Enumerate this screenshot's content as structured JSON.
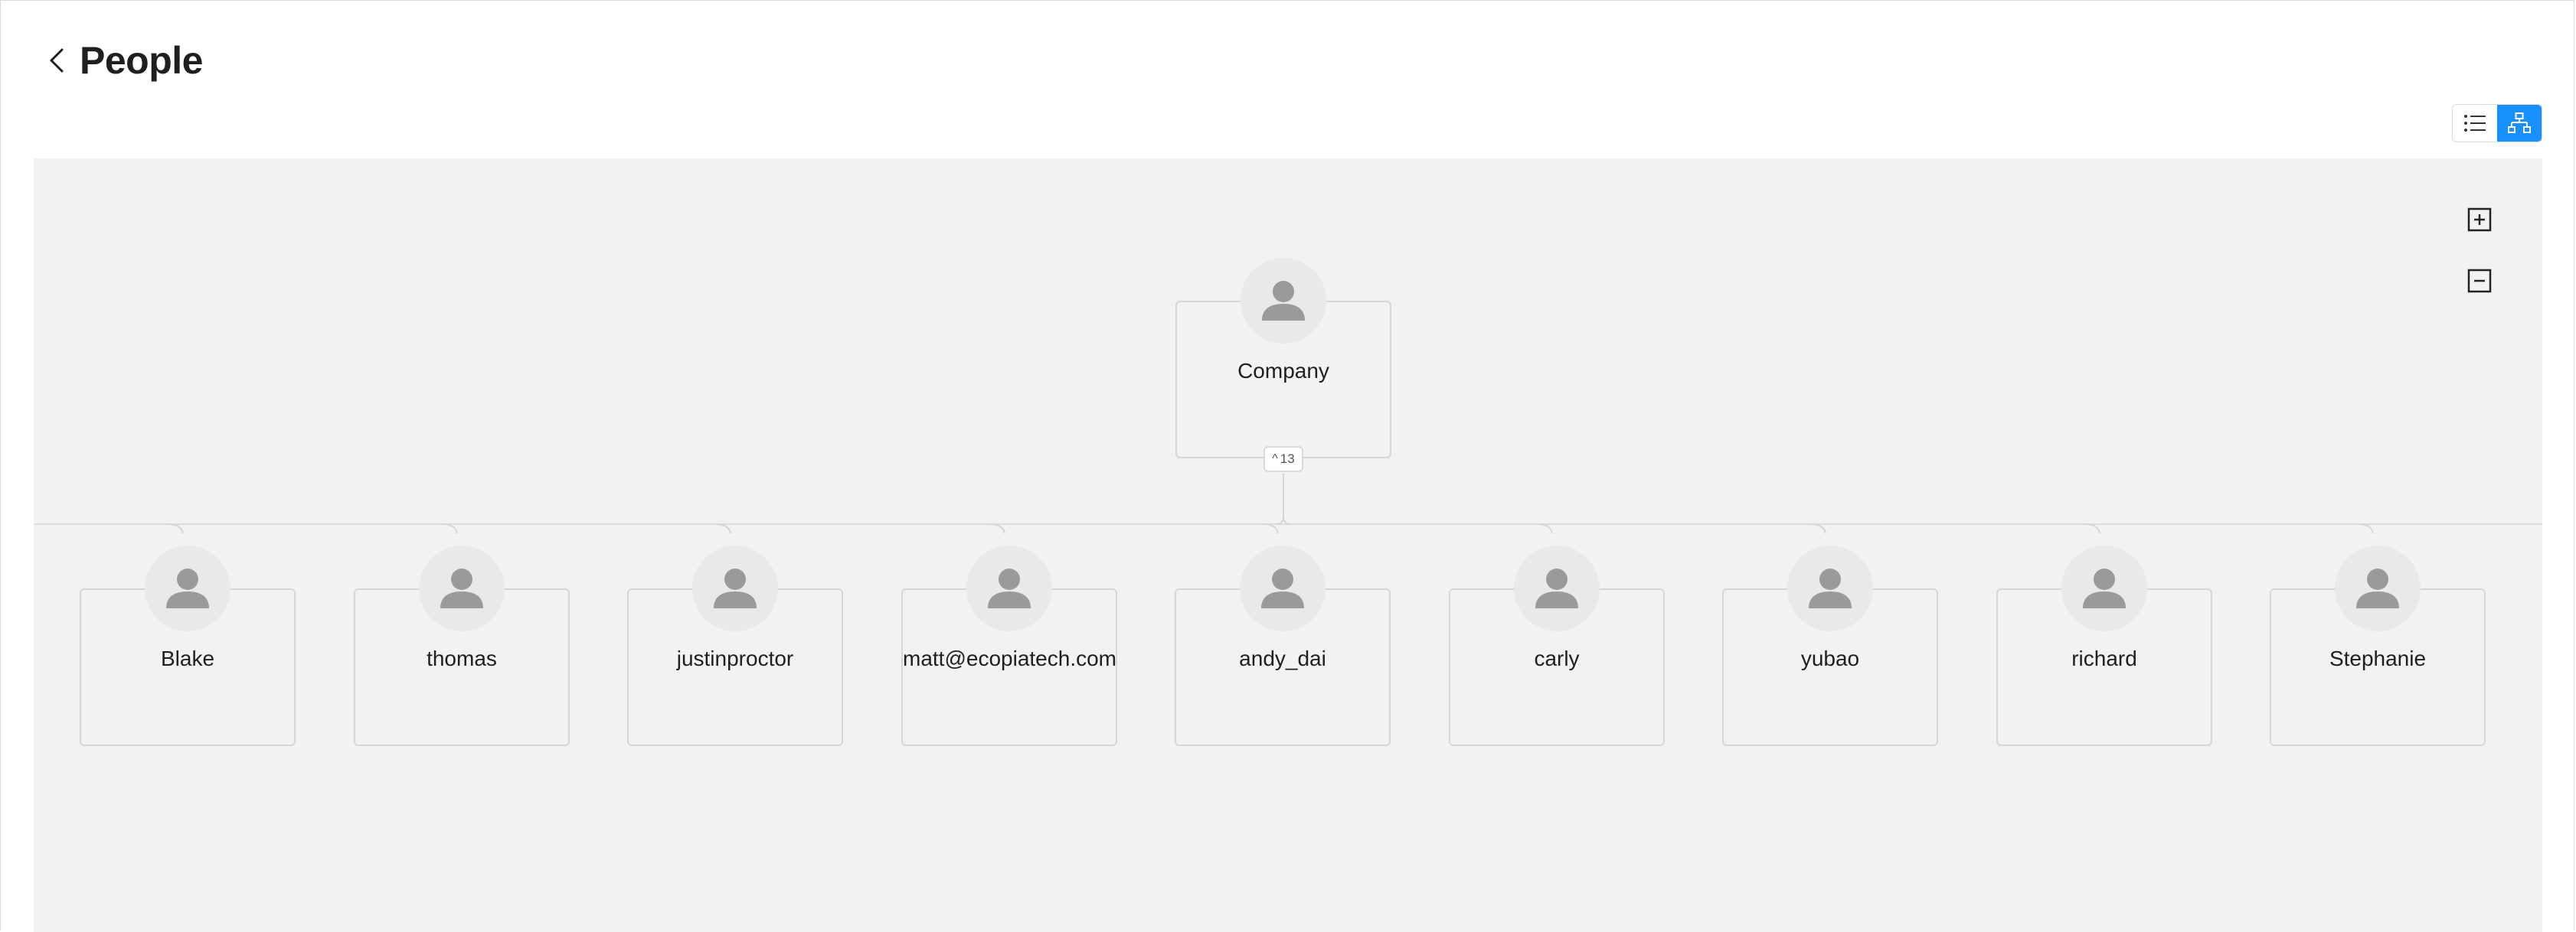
{
  "header": {
    "title": "People",
    "back_icon": "chevron-left-icon"
  },
  "view_toggle": {
    "options": [
      {
        "id": "list",
        "icon": "list-icon",
        "active": false
      },
      {
        "id": "org",
        "icon": "org-chart-icon",
        "active": true
      }
    ],
    "accent": "#1890ff"
  },
  "zoom": {
    "in_icon": "zoom-in-icon",
    "out_icon": "zoom-out-icon"
  },
  "org_chart": {
    "root": {
      "name": "Company",
      "child_count": "13"
    },
    "children": [
      {
        "name": "Blake"
      },
      {
        "name": "thomas"
      },
      {
        "name": "justinproctor"
      },
      {
        "name": "matt@ecopiatech.com"
      },
      {
        "name": "andy_dai"
      },
      {
        "name": "carly"
      },
      {
        "name": "yubao"
      },
      {
        "name": "richard"
      },
      {
        "name": "Stephanie"
      }
    ]
  }
}
